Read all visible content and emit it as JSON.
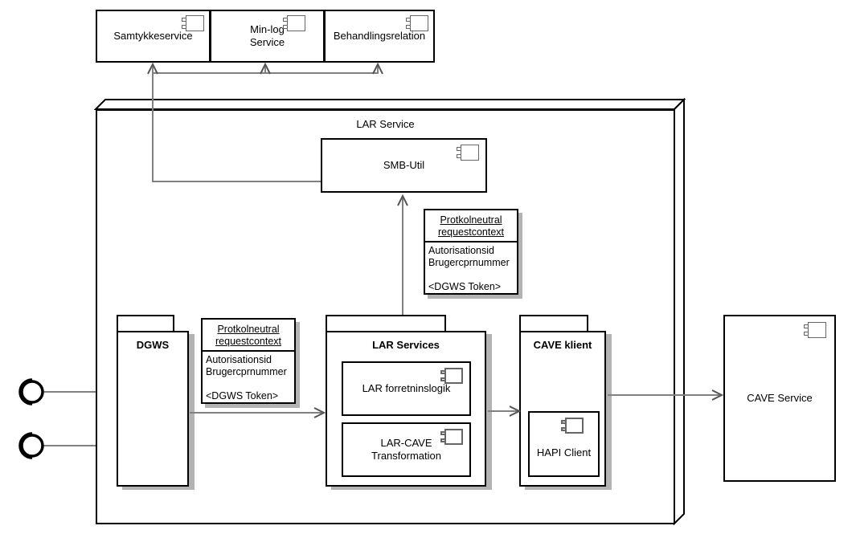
{
  "diagram": {
    "title": "LAR Service component diagram",
    "colors": {
      "line": "#000000",
      "wire": "#808080",
      "shadow": "#b3b3b3",
      "icon_stroke": "#666666",
      "background": "#ffffff"
    }
  },
  "top_components": [
    {
      "label": "Samtykkeservice",
      "icon": "component-icon"
    },
    {
      "label": "Min-log\nService",
      "icon": "component-icon"
    },
    {
      "label": "Behandlingsrelation",
      "icon": "component-icon"
    }
  ],
  "container": {
    "label": "LAR Service"
  },
  "smb_util": {
    "label": "SMB-Util",
    "icon": "component-icon"
  },
  "notes": [
    {
      "id": "note-top",
      "title_line1": "Protkolneutral",
      "title_line2": "requestcontext",
      "attributes": "Autorisationsid\nBrugercprnummer\n\n<DGWS Token>"
    },
    {
      "id": "note-left",
      "title_line1": "Protkolneutral",
      "title_line2": "requestcontext",
      "attributes": "Autorisationsid\nBrugercprnummer\n\n<DGWS Token>"
    }
  ],
  "packages": [
    {
      "id": "dgws",
      "label": "DGWS",
      "children": []
    },
    {
      "id": "lar-services",
      "label": "LAR Services",
      "children": [
        {
          "label": "LAR forretninslogik",
          "icon": "component-icon"
        },
        {
          "label": "LAR-CAVE\nTransformation",
          "icon": "component-icon"
        }
      ]
    },
    {
      "id": "cave-klient",
      "label": "CAVE klient",
      "children": [
        {
          "label": "HAPI Client",
          "icon": "component-icon"
        }
      ]
    }
  ],
  "cave_service": {
    "label": "CAVE Service",
    "icon": "component-icon"
  },
  "interfaces": [
    {
      "id": "provided-interface-top",
      "icon": "socket-interface-icon"
    },
    {
      "id": "provided-interface-bottom",
      "icon": "socket-interface-icon"
    }
  ]
}
